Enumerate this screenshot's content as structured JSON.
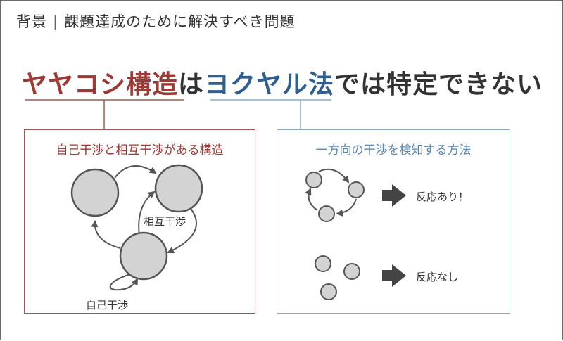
{
  "header": {
    "section": "背景",
    "separator": "|",
    "title": "課題達成のために解決すべき問題"
  },
  "headline": {
    "part1": "ヤヤコシ構造",
    "part2": "は",
    "part3": "ヨクヤル法",
    "part4": "では特定できない"
  },
  "left_panel": {
    "title": "自己干渉と相互干渉がある構造",
    "mutual_label": "相互干渉",
    "self_label": "自己干渉"
  },
  "right_panel": {
    "title": "一方向の干渉を検知する方法",
    "result_react": "反応あり！",
    "result_none": "反応なし"
  },
  "colors": {
    "red": "#9c3a35",
    "blue": "#2f5f91",
    "node_fill": "#d3d3d3",
    "node_stroke": "#555555"
  }
}
